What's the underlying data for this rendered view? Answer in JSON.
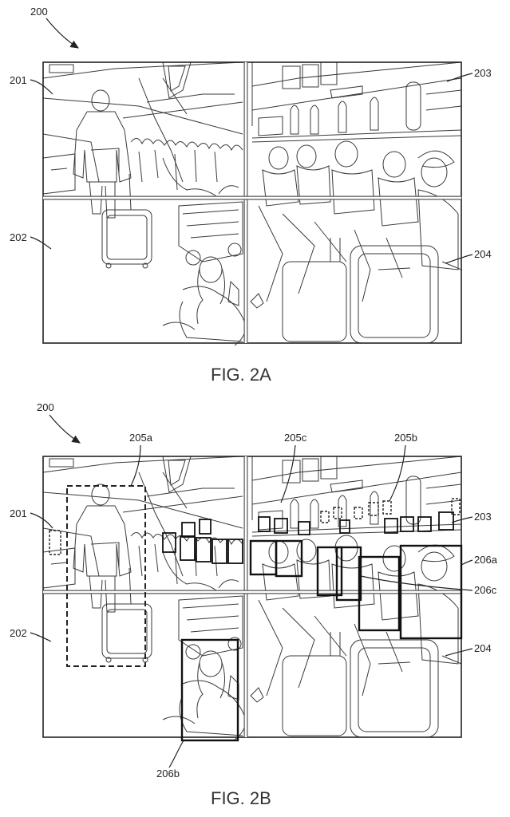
{
  "figures": [
    {
      "caption": "FIG. 2A",
      "ref_main": "200",
      "refs": {
        "r201": "201",
        "r202": "202",
        "r203": "203",
        "r204": "204"
      }
    },
    {
      "caption": "FIG. 2B",
      "ref_main": "200",
      "refs": {
        "r201": "201",
        "r202": "202",
        "r203": "203",
        "r204": "204",
        "r205a": "205a",
        "r205b": "205b",
        "r205c": "205c",
        "r206a": "206a",
        "r206b": "206b",
        "r206c": "206c"
      }
    }
  ]
}
